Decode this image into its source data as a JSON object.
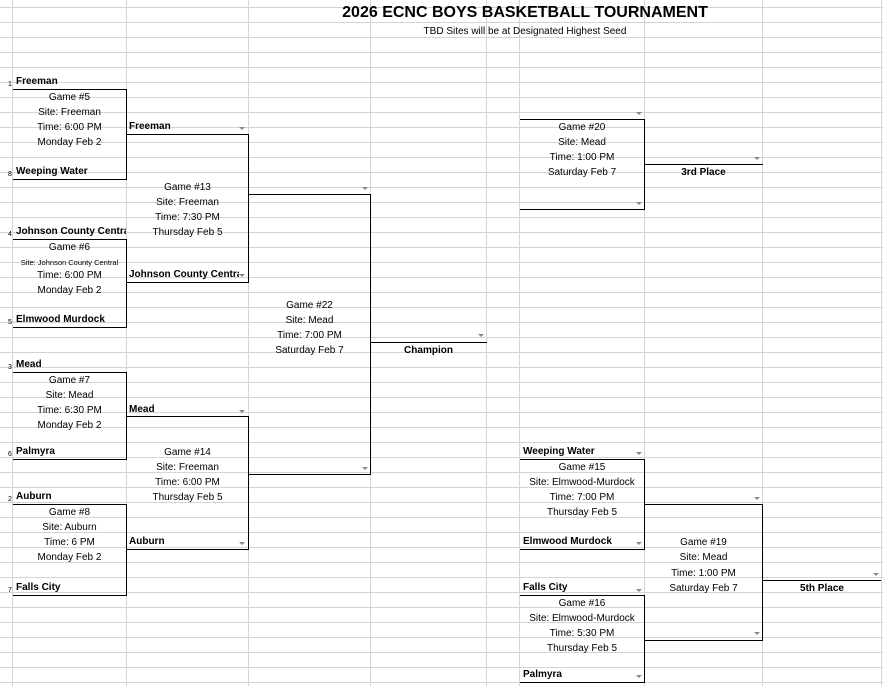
{
  "title": "2026 ECNC BOYS BASKETBALL TOURNAMENT",
  "subtitle": "TBD Sites will be at Designated Highest Seed",
  "seeds": {
    "s1": "1",
    "s8": "8",
    "s4": "4",
    "s5": "5",
    "s3": "3",
    "s6": "6",
    "s2": "2",
    "s7": "7"
  },
  "teams": {
    "freeman": "Freeman",
    "weeping_water": "Weeping Water",
    "johnson_county": "Johnson County Central",
    "elmwood": "Elmwood Murdock",
    "mead": "Mead",
    "palmyra": "Palmyra",
    "auburn": "Auburn",
    "falls_city": "Falls City"
  },
  "games": {
    "g5": {
      "game": "Game #5",
      "site": "Site: Freeman",
      "time": "Time: 6:00 PM",
      "date": "Monday Feb 2"
    },
    "g6": {
      "game": "Game #6",
      "site": "Site: Johnson County Central",
      "time": "Time: 6:00 PM",
      "date": "Monday Feb 2"
    },
    "g7": {
      "game": "Game #7",
      "site": "Site: Mead",
      "time": "Time: 6:30 PM",
      "date": "Monday Feb 2"
    },
    "g8": {
      "game": "Game #8",
      "site": "Site: Auburn",
      "time": "Time: 6 PM",
      "date": "Monday Feb 2"
    },
    "g13": {
      "game": "Game #13",
      "site": "Site: Freeman",
      "time": "Time: 7:30 PM",
      "date": "Thursday Feb 5"
    },
    "g14": {
      "game": "Game #14",
      "site": "Site: Freeman",
      "time": "Time: 6:00 PM",
      "date": "Thursday Feb 5"
    },
    "g22": {
      "game": "Game #22",
      "site": "Site: Mead",
      "time": "Time: 7:00 PM",
      "date": "Saturday Feb 7"
    },
    "g20": {
      "game": "Game #20",
      "site": "Site: Mead",
      "time": "Time: 1:00 PM",
      "date": "Saturday Feb 7"
    },
    "g15": {
      "game": "Game #15",
      "site": "Site: Elmwood-Murdock",
      "time": "Time: 7:00 PM",
      "date": "Thursday Feb 5"
    },
    "g16": {
      "game": "Game #16",
      "site": "Site: Elmwood-Murdock",
      "time": "Time: 5:30 PM",
      "date": "Thursday Feb 5"
    },
    "g19": {
      "game": "Game #19",
      "site": "Site: Mead",
      "time": "Time: 1:00 PM",
      "date": "Saturday Feb 7"
    }
  },
  "round2": {
    "w5": "Freeman",
    "w6": "Johnson County Central",
    "w7": "Mead",
    "w8": "Auburn"
  },
  "results": {
    "champion": "Champion",
    "third": "3rd Place",
    "fifth": "5th Place"
  },
  "consolation": {
    "ww": "Weeping Water",
    "em": "Elmwood Murdock",
    "fc": "Falls City",
    "pa": "Palmyra"
  }
}
